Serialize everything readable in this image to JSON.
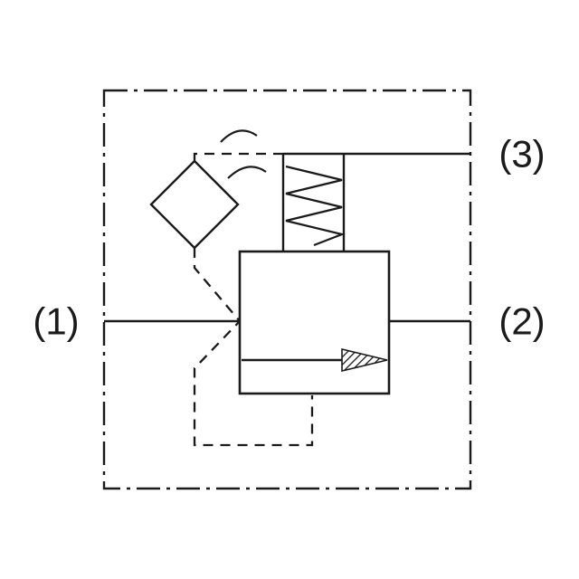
{
  "page": {
    "background": "#ffffff",
    "line_color": "#1a1a1a"
  },
  "diagram": {
    "kind": "hydraulic-valve-schematic",
    "ports": [
      {
        "label": "(1)"
      },
      {
        "label": "(2)"
      },
      {
        "label": "(3)"
      }
    ],
    "components": [
      "enclosure-boundary",
      "pilot-filter",
      "spring",
      "valve-body",
      "flow-arrow",
      "pilot-line",
      "drain-line",
      "vent-arcs"
    ]
  }
}
